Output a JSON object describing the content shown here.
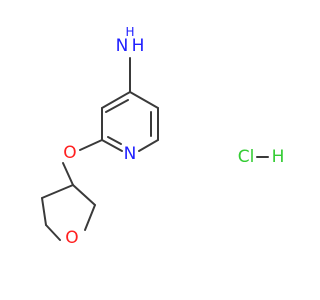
{
  "atoms": {
    "amine_N": "N",
    "amine_H_sub": "H",
    "amine_H_top": "H",
    "pyridine_N": "N",
    "ether_O": "O",
    "thf_O": "O",
    "hcl_Cl": "Cl",
    "hcl_H": "H"
  },
  "colors": {
    "nitrogen": "#2020ff",
    "oxygen": "#ff2020",
    "chlorine": "#33cc33",
    "bond": "#3a3a3a"
  }
}
